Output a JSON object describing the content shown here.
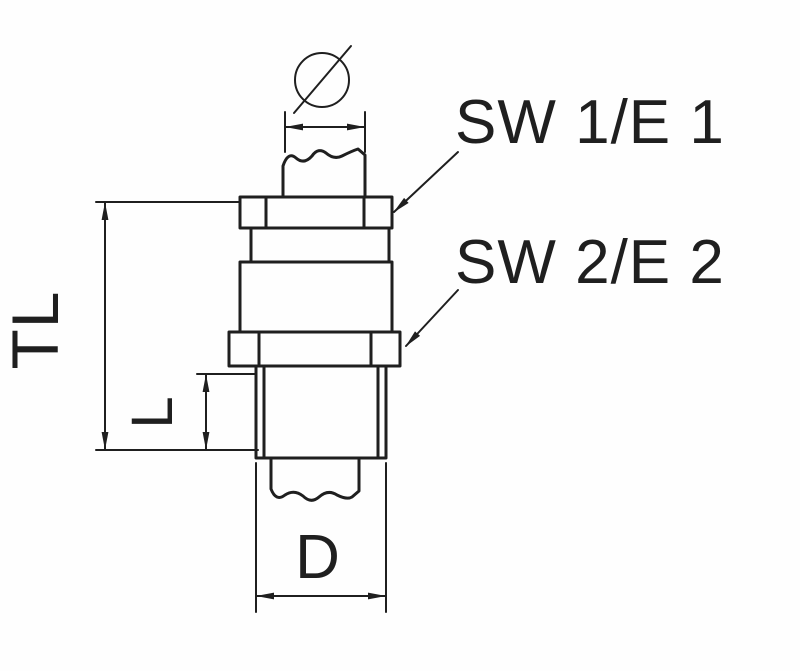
{
  "colors": {
    "line": "#1f1f1f",
    "background": "#fefefe"
  },
  "symbols": {
    "diameter_symbol": "Ø"
  },
  "labels": {
    "sw1": "SW 1/E 1",
    "sw2": "SW 2/E 2",
    "tl": "TL",
    "l": "L",
    "d": "D"
  }
}
